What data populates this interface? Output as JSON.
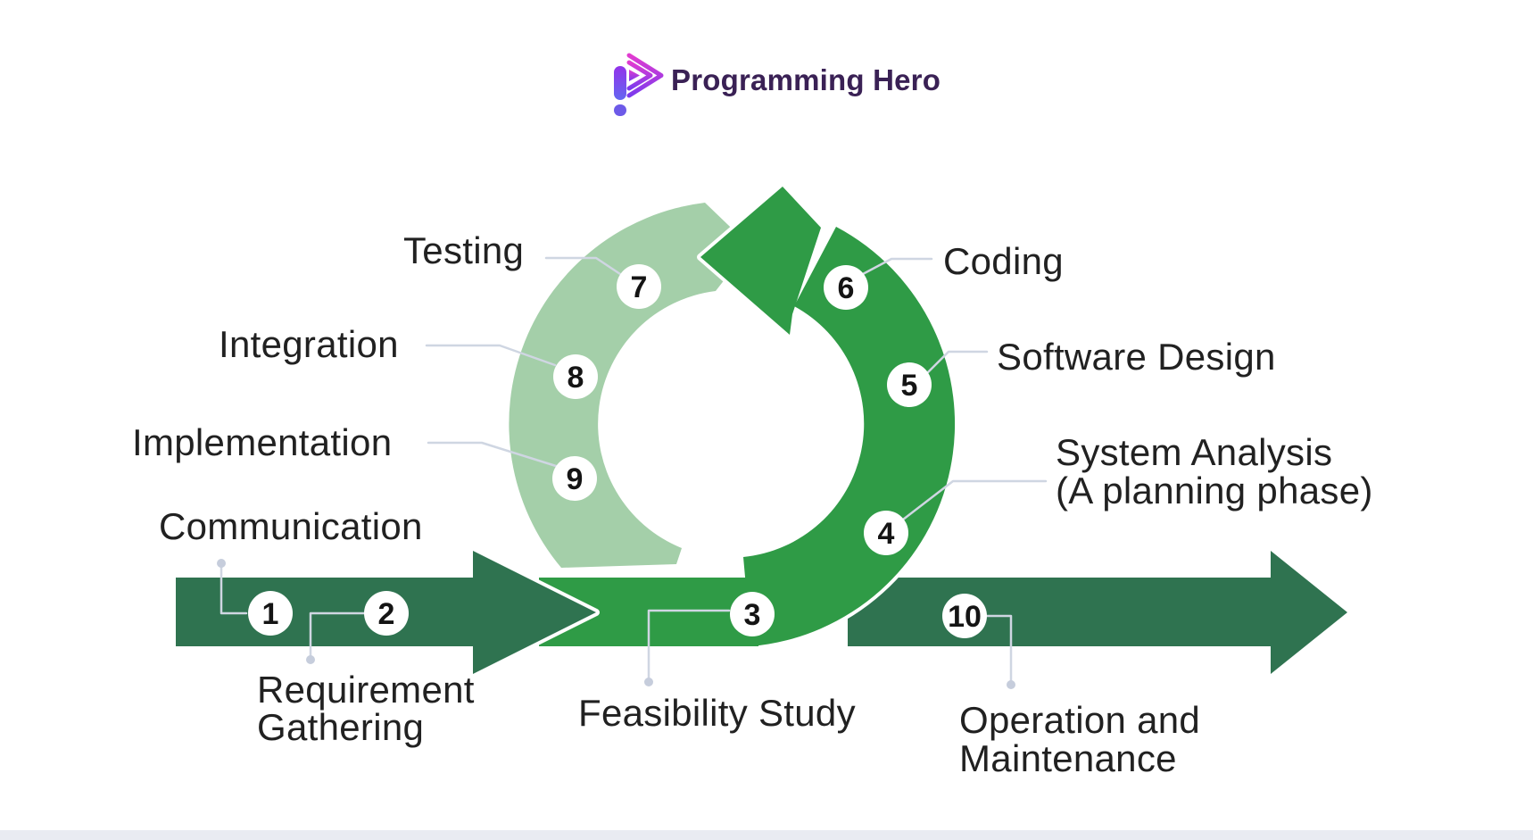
{
  "brand": {
    "name": "Programming Hero"
  },
  "steps": [
    {
      "num": "1",
      "lines": [
        "Communication"
      ]
    },
    {
      "num": "2",
      "lines": [
        "Requirement",
        "Gathering"
      ]
    },
    {
      "num": "3",
      "lines": [
        "Feasibility Study"
      ]
    },
    {
      "num": "4",
      "lines": [
        "System Analysis",
        "(A planning phase)"
      ]
    },
    {
      "num": "5",
      "lines": [
        "Software Design"
      ]
    },
    {
      "num": "6",
      "lines": [
        "Coding"
      ]
    },
    {
      "num": "7",
      "lines": [
        "Testing"
      ]
    },
    {
      "num": "8",
      "lines": [
        "Integration"
      ]
    },
    {
      "num": "9",
      "lines": [
        "Implementation"
      ]
    },
    {
      "num": "10",
      "lines": [
        "Operation and",
        "Maintenance"
      ]
    }
  ],
  "colors": {
    "light_green": "#a4cfa9",
    "bright_green": "#2f9b46",
    "forest_green": "#2f7350",
    "badge_bg": "#ffffff",
    "badge_number": "#141414",
    "label_text": "#212121",
    "connector": "#cfd6e2",
    "logo_text": "#3a2155",
    "logo_gradient_top": "#e23bd0",
    "logo_gradient_bottom": "#7c3aed",
    "logo_bar_top": "#9333ea",
    "logo_bar_bottom": "#6366f1",
    "footer_strip": "#e9ebf2"
  }
}
